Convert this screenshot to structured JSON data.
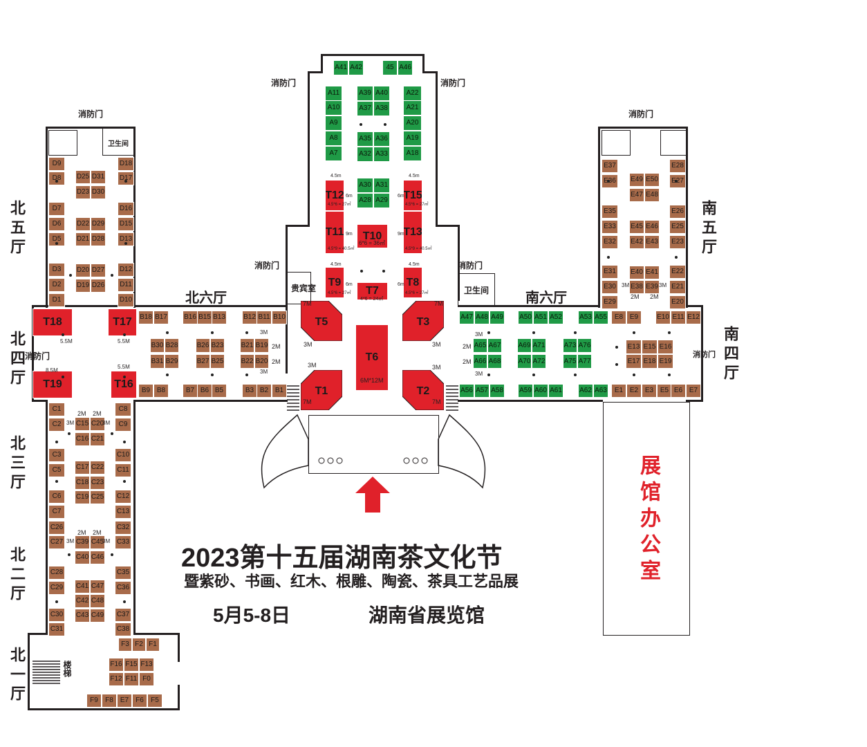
{
  "title": {
    "main": "2023第十五届湖南茶文化节",
    "sub": "暨紫砂、书画、红木、根雕、陶瓷、茶具工艺品展",
    "date": "5月5-8日",
    "venue": "湖南省展览馆"
  },
  "halls": {
    "north5": "北五厅",
    "north4": "北四厅",
    "north3": "北三厅",
    "north2": "北二厅",
    "north1": "北一厅",
    "north6": "北六厅",
    "south6": "南六厅",
    "south5": "南五厅",
    "south4": "南四厅"
  },
  "facilities": {
    "fire_exit": "消防门",
    "restroom": "卫生间",
    "vip_room": "贵宾室",
    "stairs": "楼梯",
    "office": "展馆办公室"
  },
  "dimension_notes": {
    "d_3m": "3M",
    "d_2m": "2M",
    "d_7m": "7M",
    "d_5_5m": "5.5M",
    "d_8_5m": "8.5M",
    "d_4_5m": "4.5m",
    "d_6m": "6m",
    "d_9m": "9m",
    "t6_size": "6M*12M",
    "t10_size": "6*6 = 36㎡",
    "t7_size": "4*6 = 24㎡",
    "t12_size": "4.5*6 = 27㎡",
    "t11_size": "4.5*9 = 40.5㎡"
  },
  "colors": {
    "brown_booth": "#a86b4a",
    "green_booth": "#1f9a46",
    "red_booth": "#e0212a",
    "wall": "#231f20"
  },
  "booths": {
    "D": [
      "D9",
      "D8",
      "D7",
      "D6",
      "D5",
      "D3",
      "D2",
      "D1",
      "D18",
      "D17",
      "D16",
      "D15",
      "D13",
      "D12",
      "D11",
      "D10",
      "D25",
      "D31",
      "D23",
      "D30",
      "D22",
      "D29",
      "D21",
      "D28",
      "D20",
      "D27",
      "D19",
      "D26"
    ],
    "A": [
      "A41",
      "A42",
      "45",
      "A46",
      "A11",
      "A10",
      "A9",
      "A8",
      "A7",
      "A39",
      "A40",
      "A37",
      "A38",
      "A35",
      "A36",
      "A32",
      "A33",
      "A30",
      "A31",
      "A28",
      "A29",
      "A22",
      "A21",
      "A20",
      "A19",
      "A18",
      "A47",
      "A48",
      "A49",
      "A50",
      "A51",
      "A52",
      "A53",
      "A55",
      "A65",
      "A67",
      "A66",
      "A68",
      "A69",
      "A71",
      "A70",
      "A72",
      "A73",
      "A76",
      "A75",
      "A77",
      "A56",
      "A57",
      "A58",
      "A59",
      "A60",
      "A61",
      "A62",
      "A63"
    ],
    "B": [
      "B18",
      "B17",
      "B16",
      "B15",
      "B13",
      "B12",
      "B11",
      "B10",
      "B30",
      "B28",
      "B31",
      "B29",
      "B26",
      "B23",
      "B27",
      "B25",
      "B21",
      "B19",
      "B22",
      "B20",
      "B9",
      "B8",
      "B7",
      "B6",
      "B5",
      "B3",
      "B2",
      "B1"
    ],
    "C": [
      "C1",
      "C2",
      "C3",
      "C5",
      "C6",
      "C7",
      "C8",
      "C9",
      "C10",
      "C11",
      "C12",
      "C13",
      "C15",
      "C20",
      "C16",
      "C21",
      "C17",
      "C22",
      "C18",
      "C23",
      "C19",
      "C25",
      "C26",
      "C27",
      "C28",
      "C29",
      "C30",
      "C31",
      "C32",
      "C33",
      "C35",
      "C36",
      "C37",
      "C38",
      "C39",
      "C45",
      "C40",
      "C46",
      "C41",
      "C47",
      "C42",
      "C48",
      "C43",
      "C49"
    ],
    "E": [
      "E37",
      "E36",
      "E35",
      "E33",
      "E32",
      "E31",
      "E30",
      "E29",
      "E28",
      "E27",
      "E26",
      "E25",
      "E23",
      "E22",
      "E21",
      "E20",
      "E49",
      "E50",
      "E47",
      "E48",
      "E45",
      "E46",
      "E42",
      "E43",
      "E40",
      "E41",
      "E38",
      "E39",
      "E8",
      "E9",
      "E10",
      "E11",
      "E12",
      "E13",
      "E15",
      "E16",
      "E17",
      "E18",
      "E19",
      "E1",
      "E2",
      "E3",
      "E5",
      "E6",
      "E7"
    ],
    "F": [
      "F3",
      "F2",
      "F1",
      "F16",
      "F15",
      "F13",
      "F12",
      "F11",
      "F0",
      "F9",
      "F8",
      "E7",
      "F6",
      "F5"
    ],
    "T": [
      "T18",
      "T17",
      "T19",
      "T16",
      "T12",
      "T11",
      "T15",
      "T13",
      "T10",
      "T9",
      "T7",
      "T8",
      "T5",
      "T3",
      "T6",
      "T1",
      "T2"
    ]
  }
}
